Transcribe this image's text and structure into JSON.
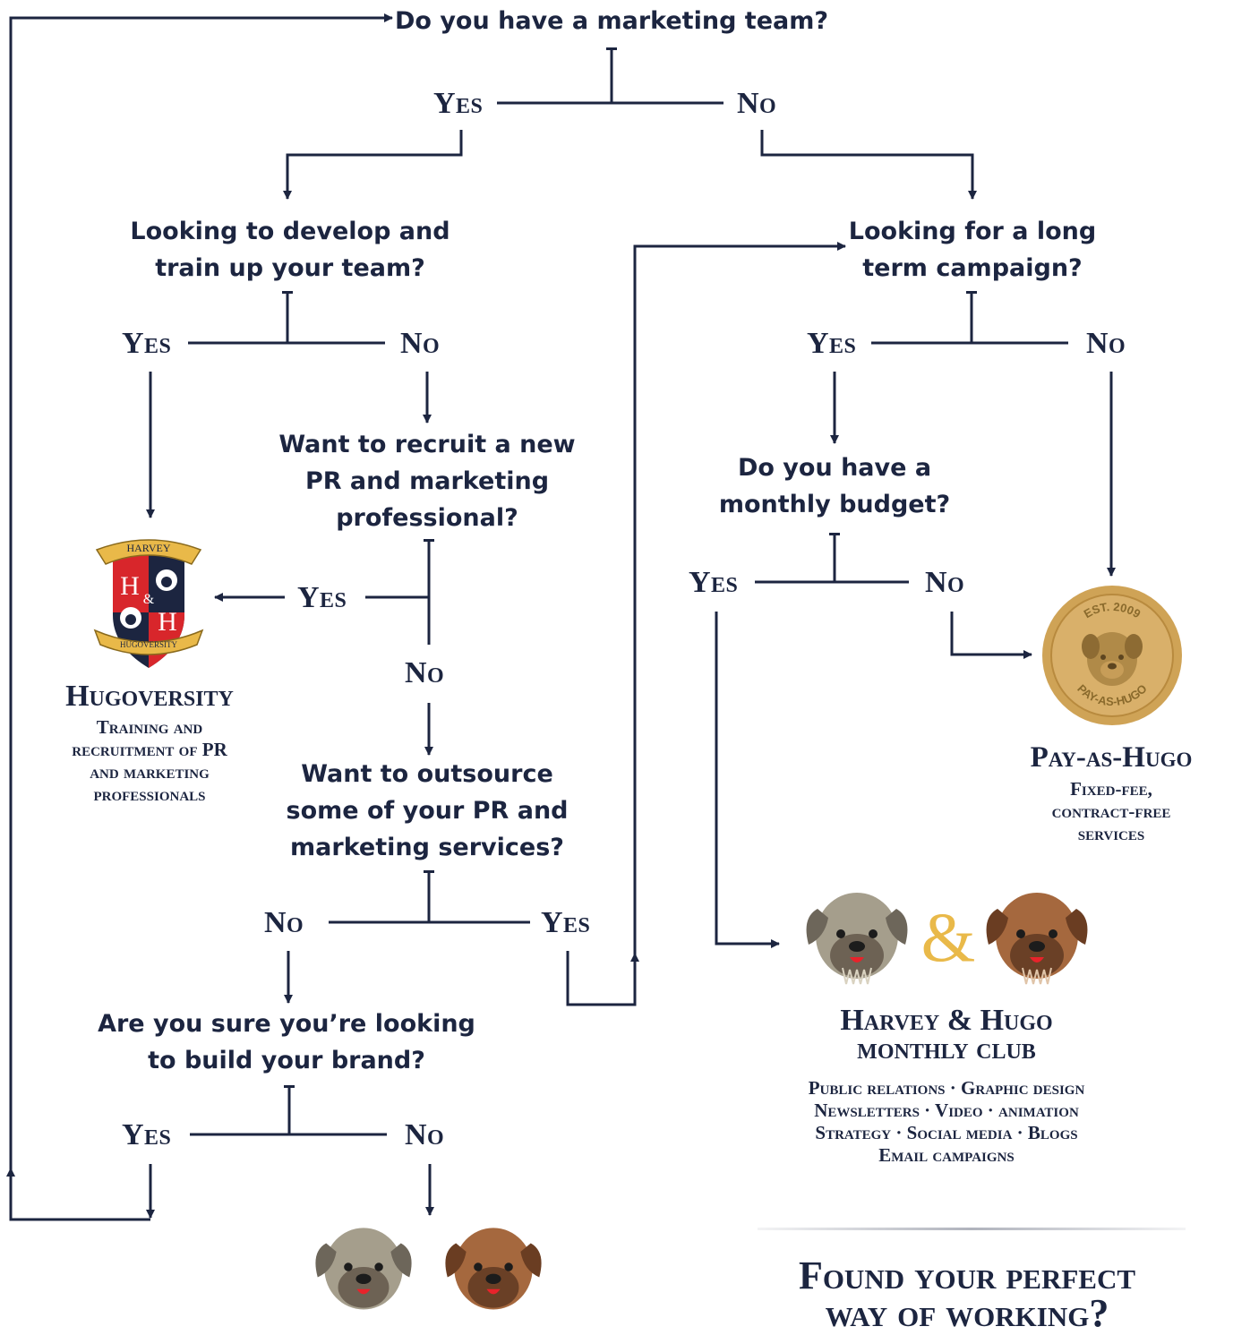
{
  "questions": {
    "marketing_team": "Do you have a marketing team?",
    "develop_team": [
      "Looking to develop and",
      "train up your team?"
    ],
    "long_term": [
      "Looking for a long",
      "term campaign?"
    ],
    "recruit": [
      "Want to recruit a new",
      "PR and marketing",
      "professional?"
    ],
    "monthly_budget": [
      "Do you have a",
      "monthly budget?"
    ],
    "outsource": [
      "Want to outsource",
      "some of your PR and",
      "marketing services?"
    ],
    "sure_brand": [
      "Are you sure you’re looking",
      "to build your brand?"
    ]
  },
  "answers": {
    "yes": "Yes",
    "no": "No"
  },
  "outcomes": {
    "hugoversity": {
      "title": "Hugoversity",
      "desc": [
        "Training and",
        "recruitment of PR",
        "and marketing",
        "professionals"
      ],
      "crest_top": "HARVEY",
      "crest_bottom": "HUGOVERSITY",
      "crest_left": "H",
      "crest_right": "H",
      "crest_amp": "&"
    },
    "pay_as_hugo": {
      "title": "Pay-as-Hugo",
      "desc": [
        "Fixed-fee,",
        "contract-free",
        "services"
      ],
      "coin_top": "EST. 2009",
      "coin_bottom": "PAY-AS-HUGO"
    },
    "monthly_club": {
      "title": [
        "Harvey & Hugo",
        "monthly club"
      ],
      "desc": [
        "Public relations · Graphic design",
        "Newsletters · Video · animation",
        "Strategy · Social media · Blogs",
        "Email campaigns"
      ],
      "amp": "&"
    }
  },
  "cta": [
    "Found your perfect",
    "way of working?"
  ],
  "colors": {
    "navy": "#1c2540",
    "gold": "#e9b949",
    "crest_red": "#d8262b",
    "coin": "#cfa356"
  }
}
